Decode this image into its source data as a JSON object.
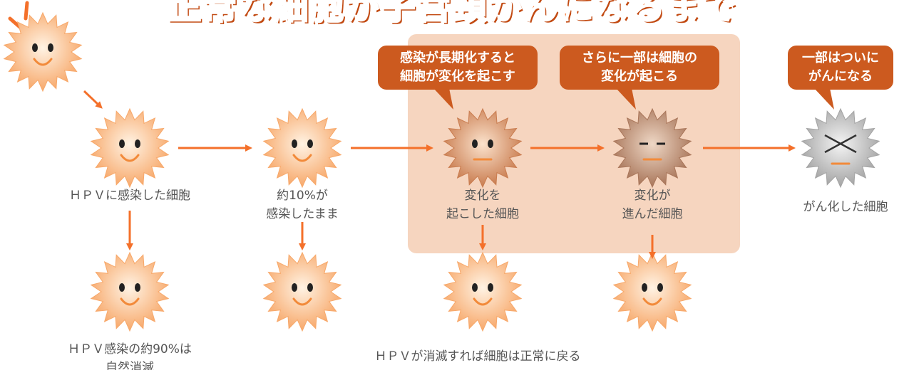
{
  "title": "正常な細胞が子宮頸がんになるまで",
  "colors": {
    "accent": "#f4702a",
    "bubble": "#cc5a1f",
    "highlight": "#f6d5bf",
    "text": "#555555"
  },
  "labels": {
    "hpv_infected": "ＨＰＶに感染した細胞",
    "persist_line1": "約10%が",
    "persist_line2": "感染したまま",
    "changed_line1": "変化を",
    "changed_line2": "起こした細胞",
    "advanced_line1": "変化が",
    "advanced_line2": "進んだ細胞",
    "cancer": "がん化した細胞",
    "clear_line1": "ＨＰＶ感染の約90%は",
    "clear_line2": "自然消滅",
    "return_normal": "ＨＰＶが消滅すれば細胞は正常に戻る"
  },
  "bubbles": {
    "b1_line1": "感染が長期化すると",
    "b1_line2": "細胞が変化を起こす",
    "b2_line1": "さらに一部は細胞の",
    "b2_line2": "変化が起こる",
    "b3_line1": "一部はついに",
    "b3_line2": "がんになる"
  },
  "icons": [
    "normal-cell-icon",
    "changed-cell-icon",
    "cancer-cell-icon",
    "arrow-icon",
    "impact-lines-icon"
  ]
}
